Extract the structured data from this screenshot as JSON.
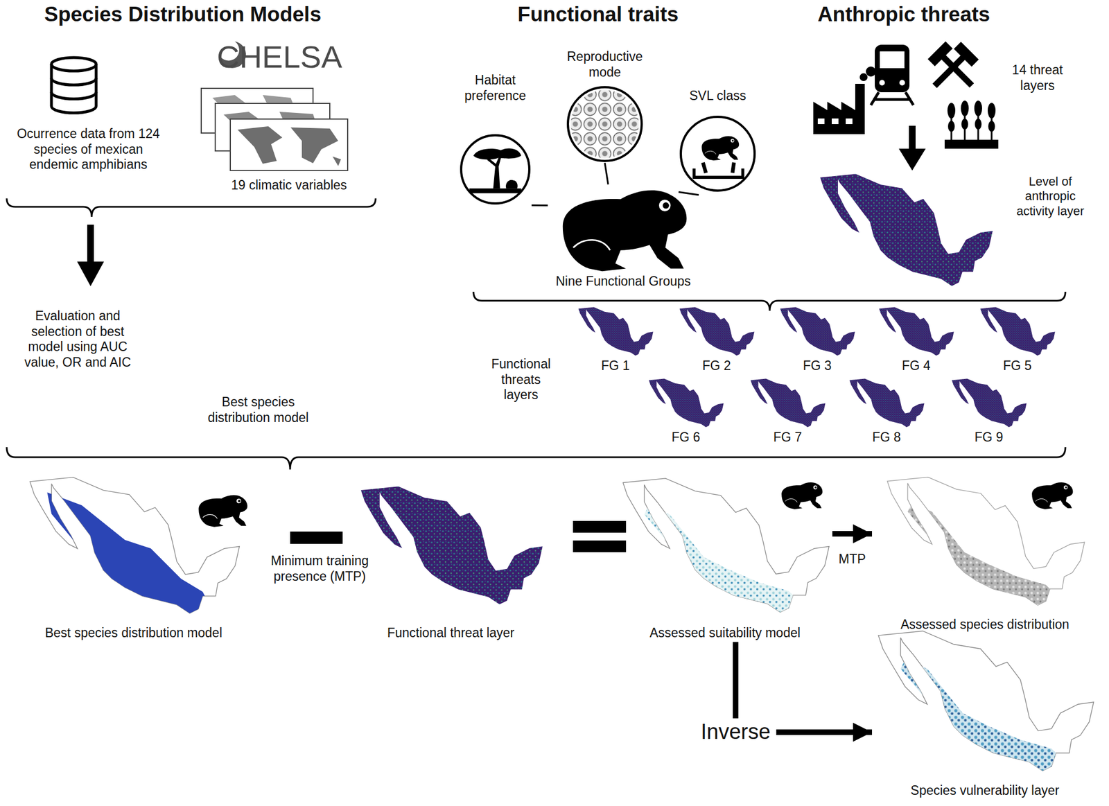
{
  "diagram": {
    "nodes": [
      {
        "text": [
          "Habitat preference"
        ]
      },
      {
        "text": [
          "Reproductive mode"
        ]
      },
      {
        "text": [
          "SVL class"
        ]
      },
      {
        "text": [
          "Nine Functional Groups"
        ]
      },
      {
        "text": [
          "Level of anthropic activity layer"
        ]
      },
      {
        "text": [
          "FG 1"
        ]
      },
      {
        "text": [
          "FG 2"
        ]
      },
      {
        "text": [
          "FG 3"
        ]
      },
      {
        "text": [
          "FG 4"
        ]
      },
      {
        "text": [
          "FG 5"
        ]
      },
      {
        "text": [
          "FG 6"
        ]
      },
      {
        "text": [
          "FG 7"
        ]
      },
      {
        "text": [
          "FG 8"
        ]
      },
      {
        "text": [
          "FG 9"
        ]
      },
      {
        "text": [
          "Best species distribution model"
        ]
      },
      {
        "text": [
          "Functional threat layer"
        ]
      },
      {
        "text": [
          "Assessed suitability model"
        ]
      },
      {
        "text": [
          "Assessed species distribution"
        ]
      },
      {
        "text": [
          "Species vulnerability layer"
        ]
      }
    ],
    "edges": [
      {
        "from": 0,
        "to": 3,
        "arrow": "none"
      },
      {
        "from": 1,
        "to": 3,
        "arrow": "none"
      },
      {
        "from": 2,
        "to": 3,
        "arrow": "none"
      },
      {
        "from": 16,
        "to": 17,
        "label": "MTP",
        "arrow": "to"
      },
      {
        "from": 16,
        "to": 18,
        "label": "Inverse",
        "arrow": "to"
      }
    ],
    "labels": [
      "Species Distribution Models",
      "Functional traits",
      "Anthropic threats",
      "CHELSA",
      "Ocurrence data from 124 species of mexican endemic amphibians",
      "19 climatic variables",
      "Evaluation and selection of best model using AUC value, OR and AIC",
      "Best species distribution model",
      "14 threat layers",
      "Functional threats layers",
      "Minimum training presence (MTP)"
    ]
  }
}
